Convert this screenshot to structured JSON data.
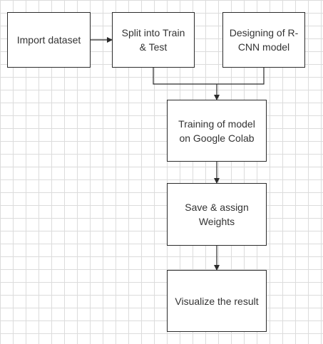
{
  "nodes": {
    "import": "Import dataset",
    "split": "Split into Train & Test",
    "design": "Designing of R-CNN model",
    "train": "Training of model on Google Colab",
    "save": "Save & assign Weights",
    "visualize": "Visualize the result"
  },
  "colors": {
    "border": "#2b2b2b",
    "text": "#333333",
    "grid": "#dcdcdc",
    "edge": "#2b2b2b"
  }
}
